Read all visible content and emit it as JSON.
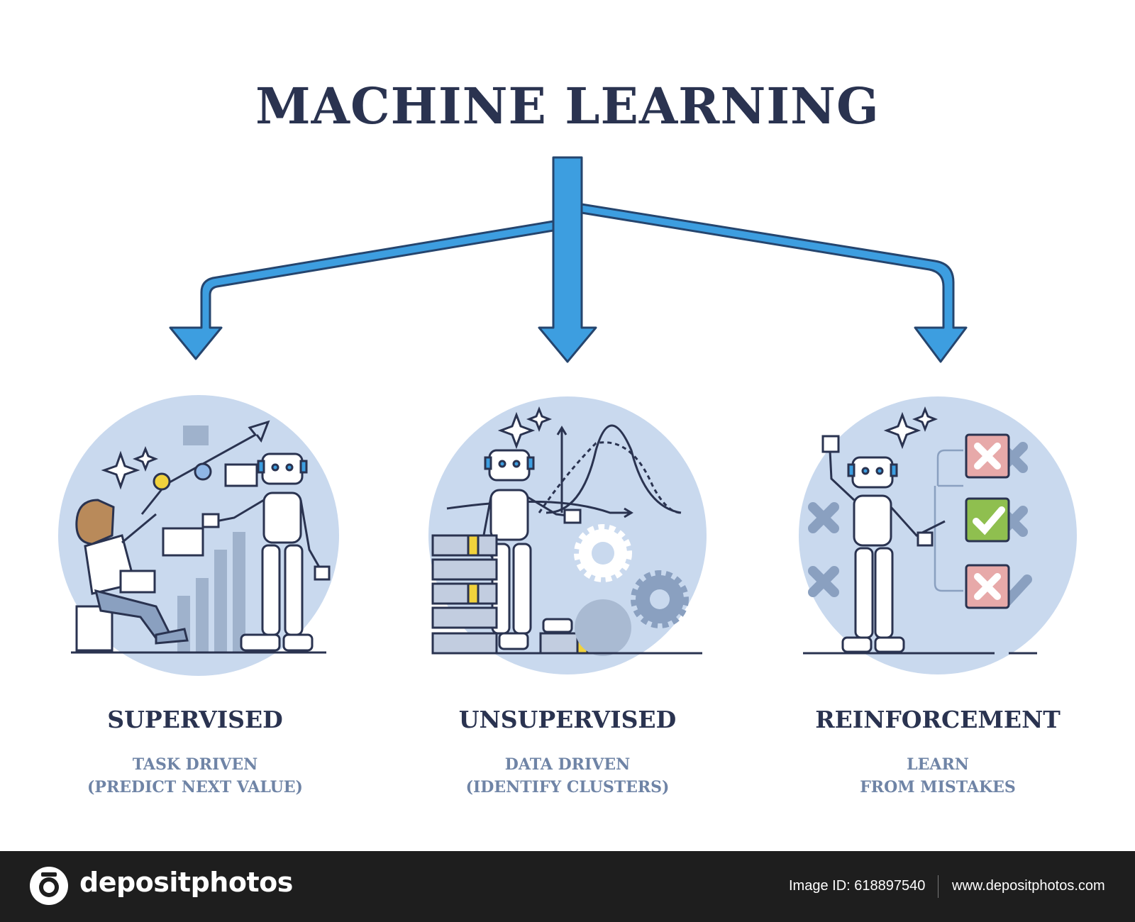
{
  "title": "MACHINE LEARNING",
  "categories": [
    {
      "name": "SUPERVISED",
      "lines": [
        "TASK DRIVEN",
        "(PREDICT NEXT VALUE)"
      ]
    },
    {
      "name": "UNSUPERVISED",
      "lines": [
        "DATA DRIVEN",
        "(IDENTIFY CLUSTERS)"
      ]
    },
    {
      "name": "REINFORCEMENT",
      "lines": [
        "LEARN",
        "FROM MISTAKES"
      ]
    }
  ],
  "footer": {
    "brand": "depositphotos",
    "image_id": "Image ID: 618897540",
    "site": "www.depositphotos.com"
  },
  "colors": {
    "title": "#2a3350",
    "arrow": "#3d9ee0",
    "arrow_outline": "#25456e",
    "circle": "#c9d9ee",
    "subtitle": "#6f84a6",
    "check_green": "#8fbf4f",
    "cross_red": "#e7a9a9",
    "accent_yellow": "#f1d23c",
    "footer_bg": "#1e1e1e"
  },
  "icons": [
    "robot-icon",
    "person-icon",
    "trend-arrow-icon",
    "sparkle-icon",
    "bell-curve-icon",
    "server-stack-icon",
    "gear-icon",
    "check-icon",
    "cross-icon"
  ]
}
